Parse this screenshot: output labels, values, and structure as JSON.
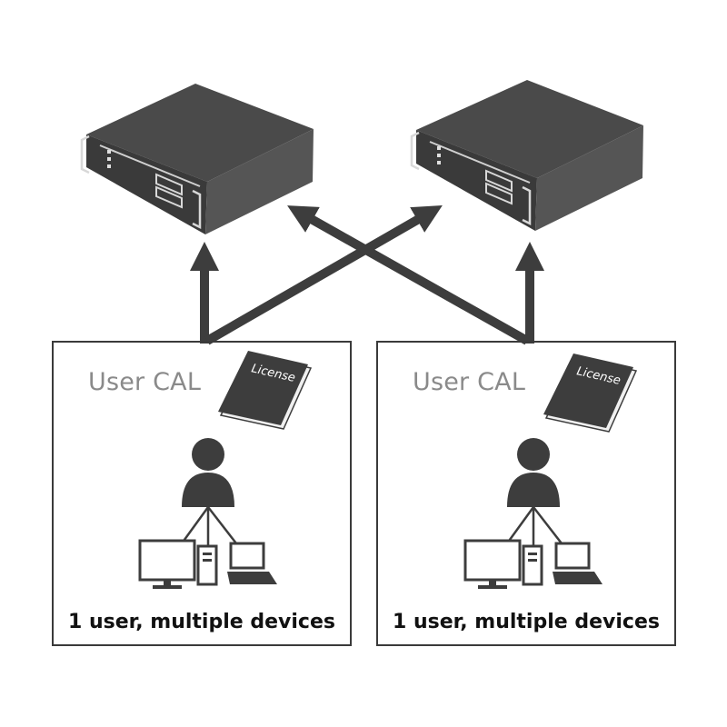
{
  "colors": {
    "dark": "#3d3d3d",
    "server_top": "#4a4a4a",
    "panel_border": "#3a3a3a",
    "cal_text": "#8a8a8a",
    "caption_text": "#111111"
  },
  "panels": [
    {
      "title": "User CAL",
      "license_label": "License",
      "caption": "1 user, multiple devices"
    },
    {
      "title": "User CAL",
      "license_label": "License",
      "caption": "1 user, multiple devices"
    }
  ],
  "icons": {
    "server": "server-icon",
    "license": "license-book-icon",
    "user": "user-icon",
    "monitor": "monitor-icon",
    "tower": "desktop-tower-icon",
    "laptop": "laptop-icon",
    "arrow": "arrow-up-icon"
  }
}
